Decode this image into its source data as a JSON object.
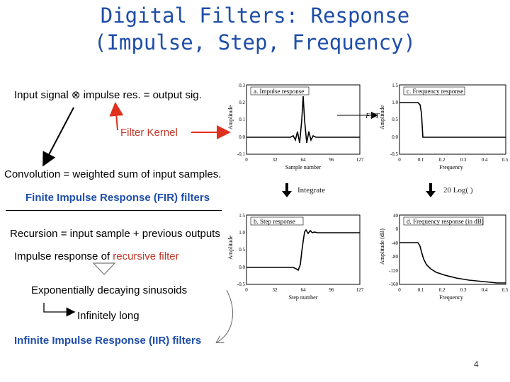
{
  "title": {
    "line1": "Digital Filters: Response",
    "line2": "(Impulse, Step, Frequency)"
  },
  "notes": {
    "input_eq": "Input signal ⊗ impulse res. = output sig.",
    "filter_kernel": "Filter Kernel",
    "convolution": "Convolution = weighted sum of input samples.",
    "fir": "Finite Impulse Response (FIR) filters",
    "recursion": "Recursion = input sample + previous outputs",
    "impulse_recursive_prefix": "Impulse response of ",
    "impulse_recursive_emph": "recursive filter",
    "exp_decay": "Exponentially decaying sinusoids",
    "infinitely_long": "Infinitely long",
    "iir": "Infinite Impulse Response (IIR) filters"
  },
  "connectors": {
    "fft": "FFT",
    "integrate": "Integrate",
    "log": "20 Log( )"
  },
  "page_number": "4",
  "colors": {
    "title": "#1f4ea8",
    "accent_red": "#e0301e",
    "highlight_red": "#c0392b"
  },
  "chart_data": [
    {
      "type": "line",
      "panel_label": "a. Impulse response",
      "xlabel": "Sample number",
      "ylabel": "Amplitude",
      "xticks": [
        "0",
        "32",
        "64",
        "96",
        "127"
      ],
      "yticks": [
        "0.3",
        "0.2",
        "0.1",
        "0.0",
        "-0.1"
      ],
      "xlim": [
        0,
        127
      ],
      "ylim": [
        -0.1,
        0.3
      ]
    },
    {
      "type": "line",
      "panel_label": "c. Frequency response",
      "xlabel": "Frequency",
      "ylabel": "Amplitude",
      "xticks": [
        "0",
        "0.1",
        "0.2",
        "0.3",
        "0.4",
        "0.5"
      ],
      "yticks": [
        "1.5",
        "1.0",
        "0.5",
        "0.0",
        "-0.5"
      ],
      "xlim": [
        0,
        0.5
      ],
      "ylim": [
        -0.5,
        1.5
      ]
    },
    {
      "type": "line",
      "panel_label": "b. Step response",
      "xlabel": "Step number",
      "ylabel": "Amplitude",
      "xticks": [
        "0",
        "32",
        "64",
        "96",
        "127"
      ],
      "yticks": [
        "1.5",
        "1.0",
        "0.5",
        "0.0",
        "-0.5"
      ],
      "xlim": [
        0,
        127
      ],
      "ylim": [
        -0.5,
        1.5
      ]
    },
    {
      "type": "line",
      "panel_label": "d. Frequency response (in dB)",
      "xlabel": "Frequency",
      "ylabel": "Amplitude (dB)",
      "xticks": [
        "0",
        "0.1",
        "0.2",
        "0.3",
        "0.4",
        "0.5"
      ],
      "yticks": [
        "40",
        "0",
        "-40",
        "-80",
        "-120",
        "-160"
      ],
      "xlim": [
        0,
        0.5
      ],
      "ylim": [
        -160,
        40
      ]
    }
  ]
}
